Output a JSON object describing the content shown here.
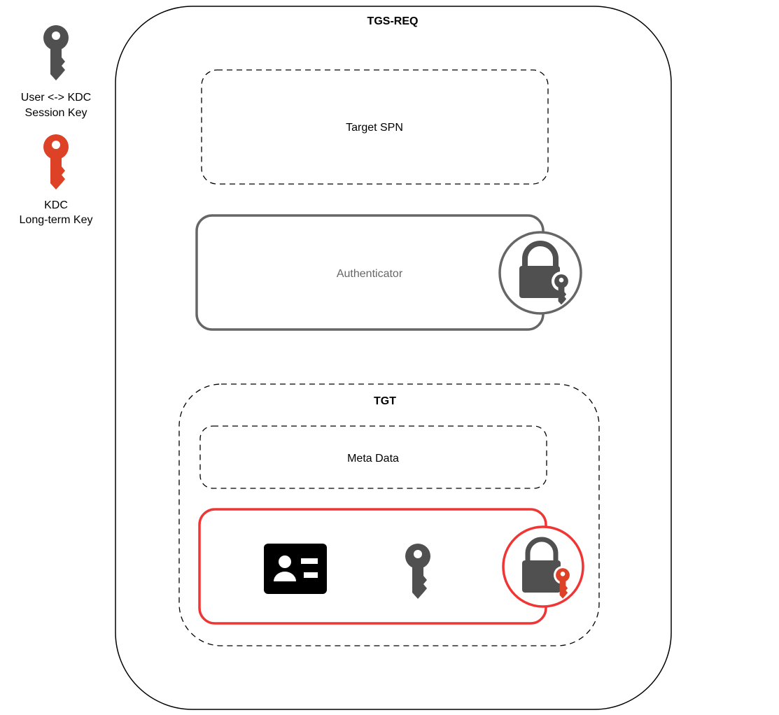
{
  "legend": [
    {
      "icon": "key-icon",
      "color": "#505050",
      "lines": [
        "User <-> KDC",
        "Session Key"
      ]
    },
    {
      "icon": "key-icon",
      "color": "#dd4126",
      "lines": [
        "KDC",
        "Long-term Key"
      ]
    }
  ],
  "tgs_req": {
    "title": "TGS-REQ",
    "target_spn": {
      "label": "Target SPN"
    },
    "authenticator": {
      "label": "Authenticator",
      "encrypted_with": "User <-> KDC Session Key",
      "lock_key_color": "#505050",
      "border_color": "#666666"
    },
    "tgt": {
      "title": "TGT",
      "meta_data": {
        "label": "Meta Data"
      },
      "encrypted_part": {
        "border_color": "#f03535",
        "contents": [
          "id-card-icon",
          "key-icon"
        ],
        "encrypted_with": "KDC Long-term Key",
        "lock_key_color": "#dd4126"
      }
    }
  }
}
